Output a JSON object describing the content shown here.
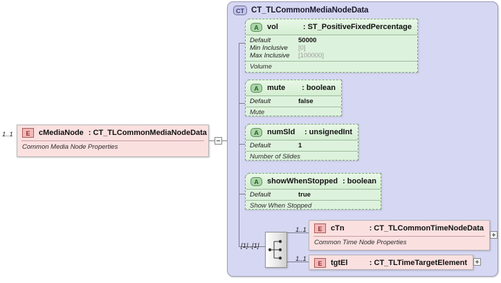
{
  "diagram": {
    "type": "xsd-schema-diagram",
    "root_element": {
      "badge": "E",
      "name": "cMediaNode",
      "separator": ":",
      "type": "CT_TLCommonMediaNodeData",
      "description": "Common Media Node Properties",
      "cardinality": "1..1"
    },
    "complex_type": {
      "badge": "CT",
      "name": "CT_TLCommonMediaNodeData"
    },
    "attributes": [
      {
        "badge": "A",
        "name": "vol",
        "separator": ":",
        "type": "ST_PositiveFixedPercentage",
        "facets": [
          {
            "label": "Default",
            "value": "50000",
            "dim": false
          },
          {
            "label": "Min Inclusive",
            "value": "[0]",
            "dim": true
          },
          {
            "label": "Max Inclusive",
            "value": "[100000]",
            "dim": true
          }
        ],
        "description": "Volume"
      },
      {
        "badge": "A",
        "name": "mute",
        "separator": ":",
        "type": "boolean",
        "facets": [
          {
            "label": "Default",
            "value": "false",
            "dim": false
          }
        ],
        "description": "Mute"
      },
      {
        "badge": "A",
        "name": "numSld",
        "separator": ":",
        "type": "unsignedInt",
        "facets": [
          {
            "label": "Default",
            "value": "1",
            "dim": false
          }
        ],
        "description": "Number of Slides"
      },
      {
        "badge": "A",
        "name": "showWhenStopped",
        "separator": ":",
        "type": "boolean",
        "facets": [
          {
            "label": "Default",
            "value": "true",
            "dim": false
          }
        ],
        "description": "Show When Stopped"
      }
    ],
    "sequence": {
      "icon": "sequence-compositor-icon",
      "cardinality": "[1]..[1]"
    },
    "child_elements": [
      {
        "badge": "E",
        "name": "cTn",
        "separator": ":",
        "type": "CT_TLCommonTimeNodeData",
        "description": "Common Time Node Properties",
        "cardinality": "1..1",
        "toggle": "plus"
      },
      {
        "badge": "E",
        "name": "tgtEl",
        "separator": ":",
        "type": "CT_TLTimeTargetElement",
        "description": "",
        "cardinality": "1..1",
        "toggle": "plus"
      }
    ],
    "toggles": {
      "root_collapse": "minus"
    },
    "colors": {
      "container_fill": "#d6d7f2",
      "attribute_fill": "#ddf2dc",
      "element_fill": "#fbe0e0",
      "page_background": "#ffffff",
      "connector": "#7b7b8f"
    }
  }
}
